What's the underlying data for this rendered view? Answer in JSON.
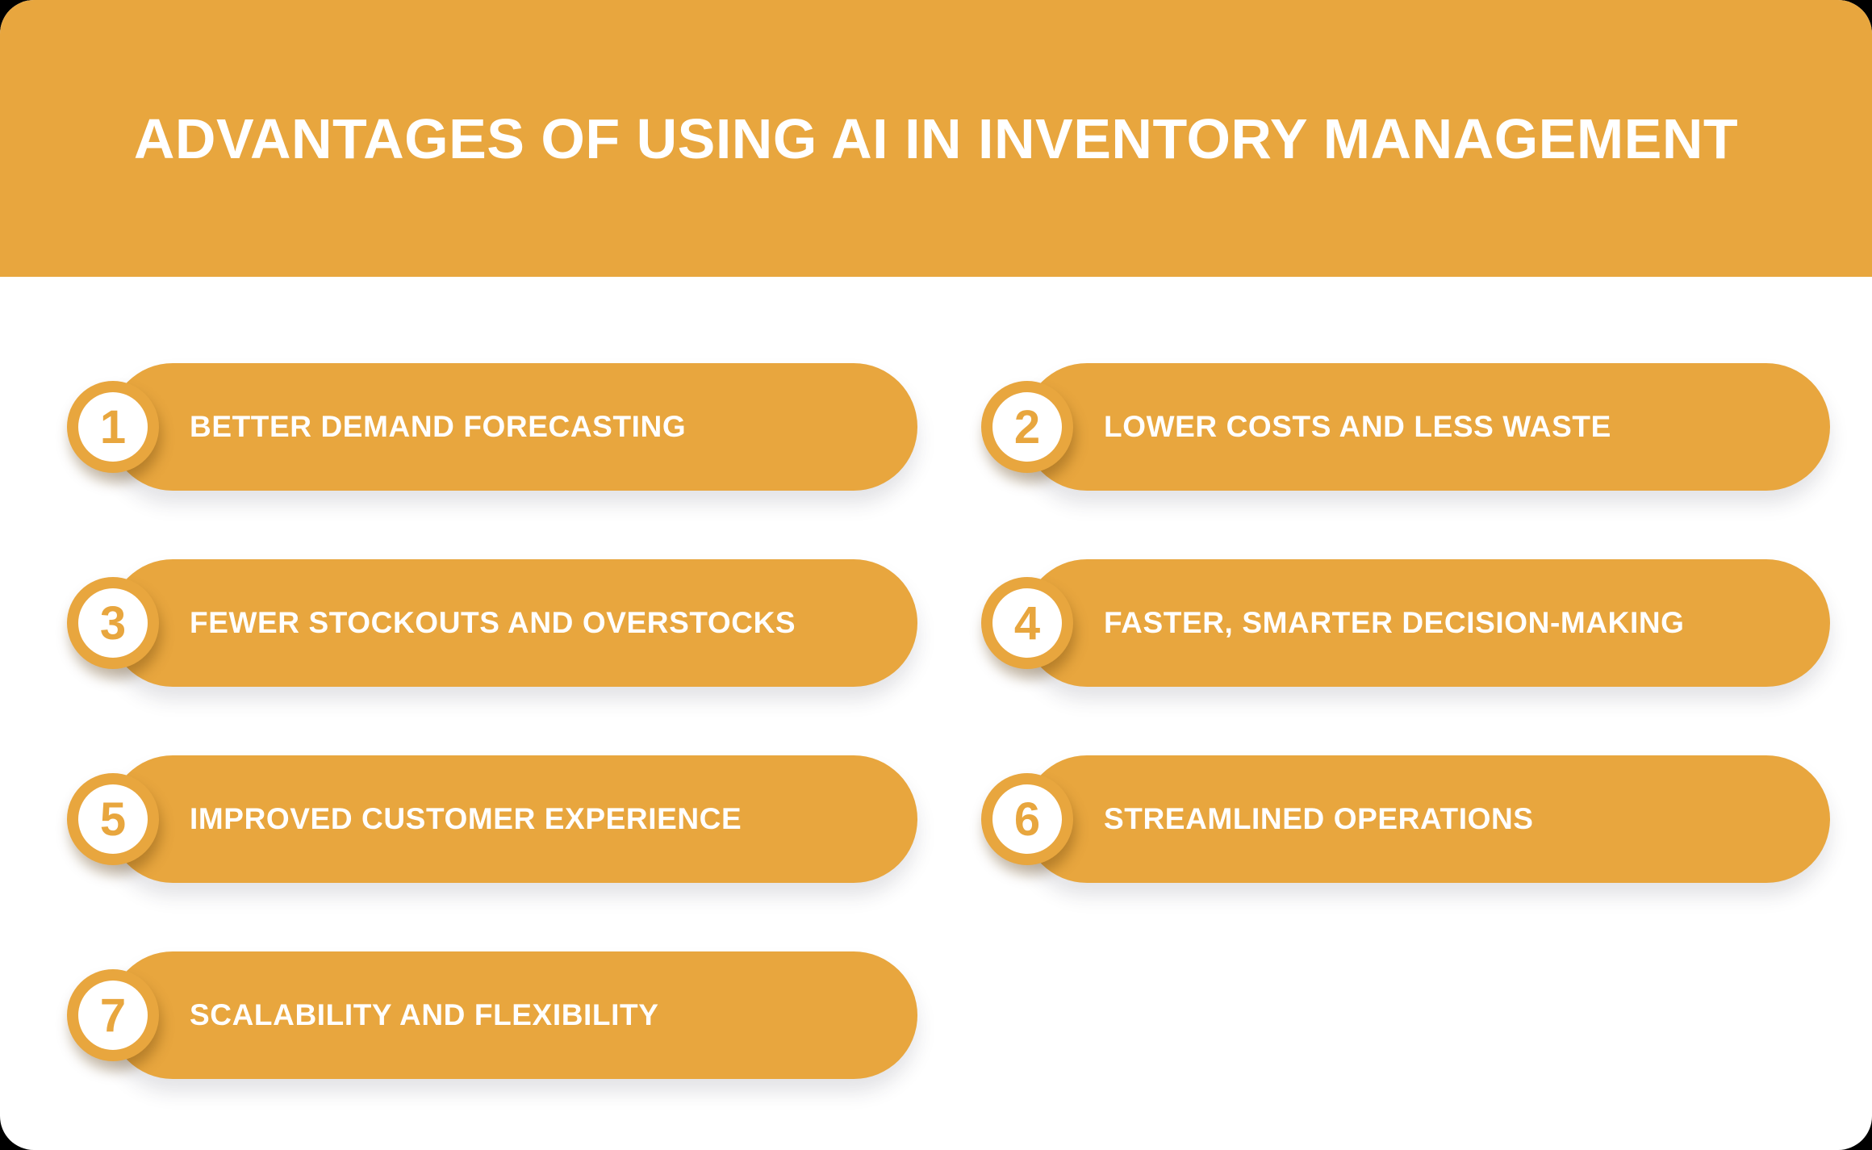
{
  "title": "ADVANTAGES OF USING AI IN INVENTORY MANAGEMENT",
  "colors": {
    "accent": "#E8A63E",
    "accent_deep": "#D8932F",
    "text_on_accent": "#FFFFFF",
    "card_background": "#FFFFFF",
    "outside_background": "#000000"
  },
  "items": [
    {
      "number": "1",
      "label": "BETTER DEMAND FORECASTING"
    },
    {
      "number": "2",
      "label": "LOWER COSTS AND LESS WASTE"
    },
    {
      "number": "3",
      "label": "FEWER STOCKOUTS AND OVERSTOCKS"
    },
    {
      "number": "4",
      "label": "FASTER, SMARTER DECISION-MAKING"
    },
    {
      "number": "5",
      "label": "IMPROVED CUSTOMER EXPERIENCE"
    },
    {
      "number": "6",
      "label": "STREAMLINED OPERATIONS"
    },
    {
      "number": "7",
      "label": "SCALABILITY AND FLEXIBILITY"
    }
  ]
}
